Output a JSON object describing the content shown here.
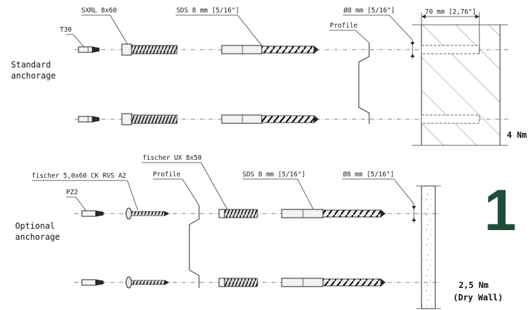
{
  "step": {
    "number": "1",
    "color": "#1e4d3a"
  },
  "standard": {
    "title_line1": "Standard",
    "title_line2": "anchorage",
    "labels": {
      "bit": "T30",
      "screw": "SXRL 8x60",
      "drill": "SDS 8 mm [5/16\"]",
      "profile": "Profile",
      "hole": "Ø8 mm [5/16\"]",
      "depth": "70 mm [2,76\"]"
    },
    "torque": "4 Nm"
  },
  "optional": {
    "title_line1": "Optional",
    "title_line2": "anchorage",
    "labels": {
      "bit": "PZ2",
      "screw": "fischer 5,0x60 CK RVS A2",
      "plug": "fischer UX 8x50",
      "profile": "Profile",
      "drill": "SDS 8 mm [5/16\"]",
      "hole": "Ø8 mm [5/16\"]"
    },
    "torque_line1": "2,5 Nm",
    "torque_line2": "(Dry Wall)"
  }
}
